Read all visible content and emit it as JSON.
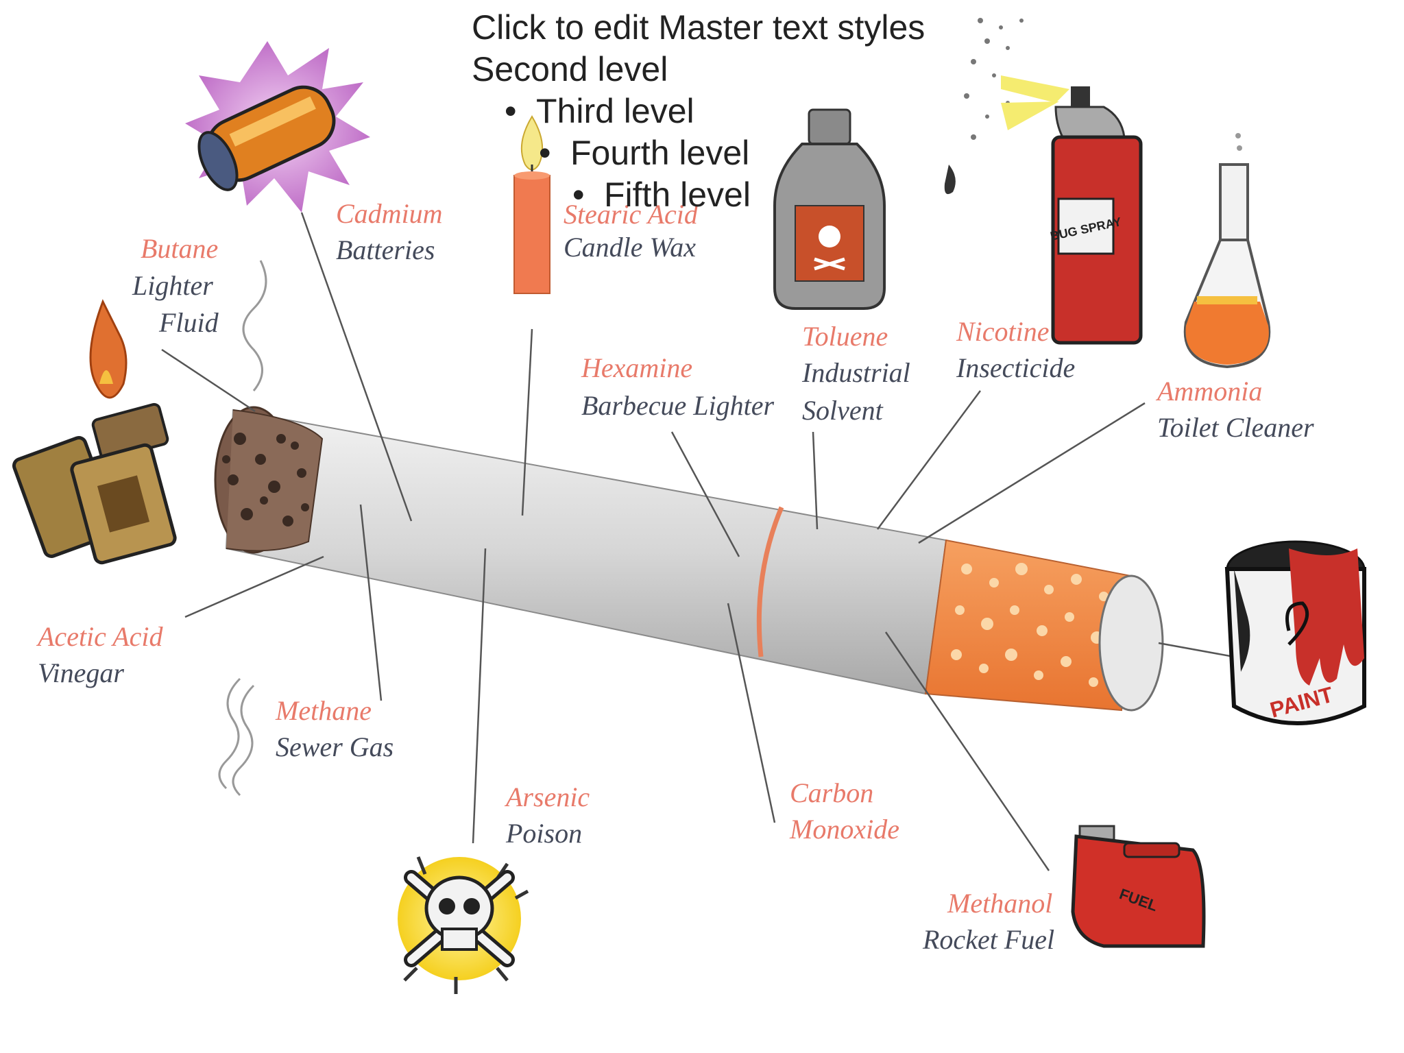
{
  "placeholder": {
    "level1": "Click to edit Master text styles",
    "level2": "Second level",
    "level3": "Third level",
    "level4": "Fourth level",
    "level5": "Fifth level",
    "bullet": "•"
  },
  "labels": [
    {
      "id": "cadmium",
      "chemical": "Cadmium",
      "use": "Batteries"
    },
    {
      "id": "butane",
      "chemical": "Butane",
      "use": "Lighter",
      "use2": "Fluid"
    },
    {
      "id": "stearic",
      "chemical": "Stearic Acid",
      "use": "Candle Wax"
    },
    {
      "id": "hexamine",
      "chemical": "Hexamine",
      "use": "Barbecue Lighter"
    },
    {
      "id": "toluene",
      "chemical": "Toluene",
      "use": "Industrial",
      "use2": "Solvent"
    },
    {
      "id": "nicotine",
      "chemical": "Nicotine",
      "use": "Insecticide"
    },
    {
      "id": "ammonia",
      "chemical": "Ammonia",
      "use": "Toilet Cleaner"
    },
    {
      "id": "acetic",
      "chemical": "Acetic Acid",
      "use": "Vinegar"
    },
    {
      "id": "methane",
      "chemical": "Methane",
      "use": "Sewer Gas"
    },
    {
      "id": "arsenic",
      "chemical": "Arsenic",
      "use": "Poison"
    },
    {
      "id": "carbon",
      "chemical": "Carbon",
      "use": "Monoxide"
    },
    {
      "id": "methanol",
      "chemical": "Methanol",
      "use": "Rocket Fuel"
    }
  ],
  "product_text": {
    "bug_spray": "BUG SPRAY",
    "paint": "PAINT",
    "fuel": "FUEL"
  },
  "colors": {
    "chemical_label": "#e87a6a",
    "use_label": "#444a5a",
    "filter": "#f08a4a",
    "paper": "#d8d8d8"
  }
}
